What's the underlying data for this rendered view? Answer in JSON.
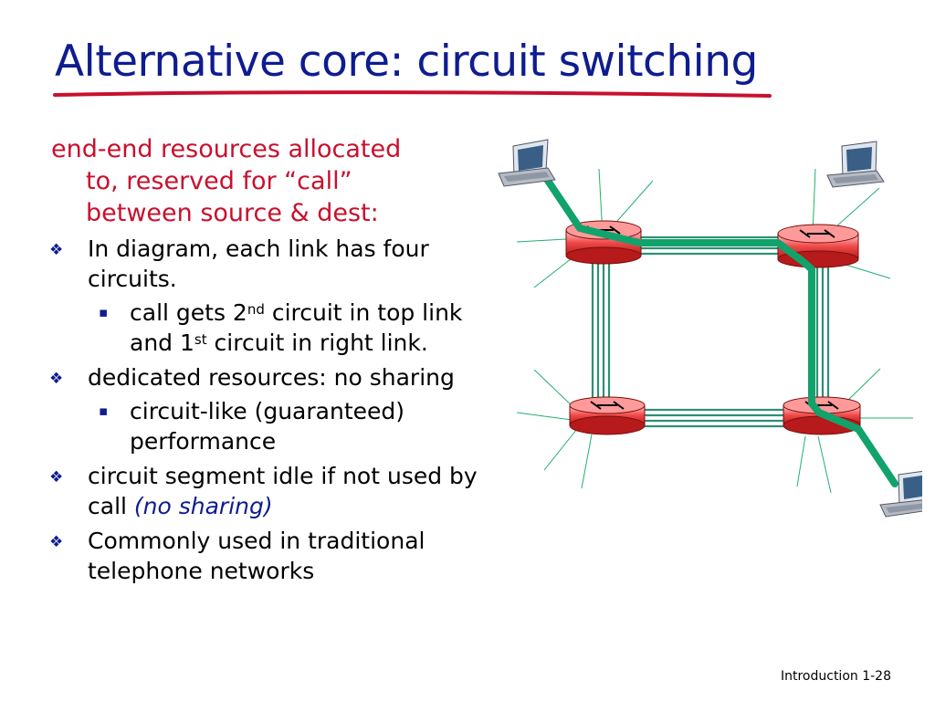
{
  "slide": {
    "title": "Alternative core: circuit switching",
    "intro_line1": "end-end resources allocated",
    "intro_line2": "to, reserved for “call”",
    "intro_line3": "between source & dest:",
    "bullets": [
      {
        "text": "In diagram, each link has four circuits."
      },
      {
        "sub": [
          {
            "a": "call gets 2",
            "sup1": "nd",
            "b": " circuit in top link and 1",
            "sup2": "st",
            "c": " circuit in right link."
          }
        ]
      },
      {
        "text": "dedicated resources: no sharing"
      },
      {
        "sub_text": "circuit-like (guaranteed) performance"
      },
      {
        "text": "circuit segment idle if not used by call ",
        "em": "(no sharing)"
      },
      {
        "text": "Commonly used in traditional telephone networks"
      }
    ],
    "footer": "Introduction 1-28"
  },
  "colors": {
    "title": "#0f1c8f",
    "intro": "#c8102e",
    "accent_path": "#11a36b",
    "link_lines": "#2f8f73",
    "router": "#e8393c"
  },
  "diagram": {
    "routers": 4,
    "hosts": 3,
    "circuits_per_link": 4,
    "icons": [
      "router-icon",
      "computer-icon"
    ]
  }
}
